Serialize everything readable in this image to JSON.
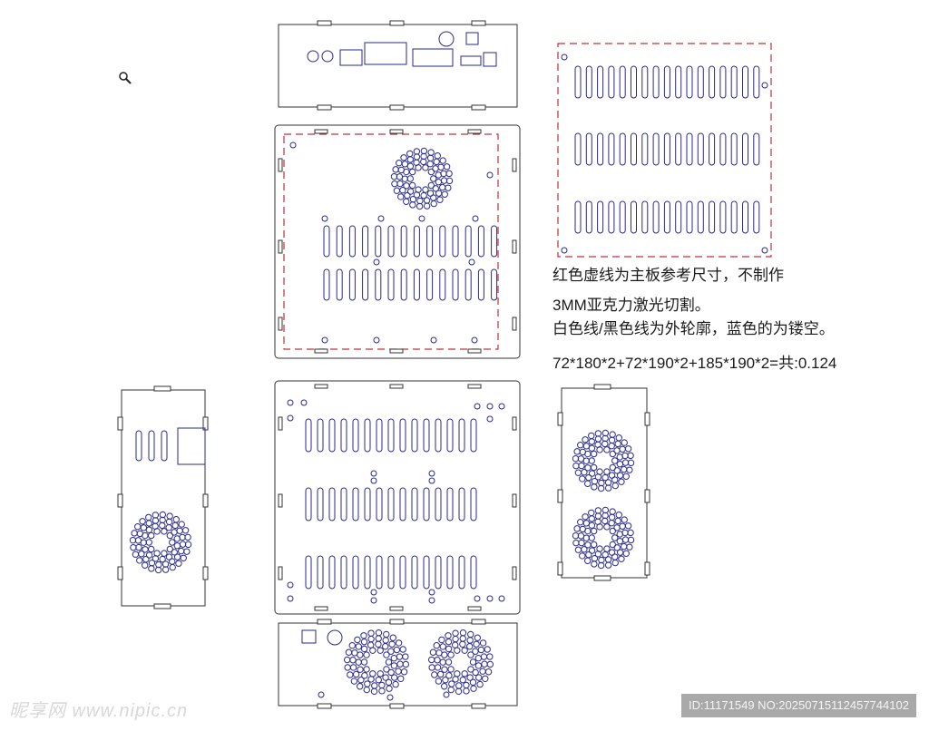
{
  "notes": {
    "line1": "红色虚线为主板参考尺寸，不制作",
    "line2": "3MM亚克力激光切割。",
    "line3": "白色线/黑色线为外轮廓，蓝色的为镂空。",
    "line4": "72*180*2+72*190*2+185*190*2=共:0.124"
  },
  "watermark": {
    "logo_text": "昵享网 www.nipic.cn",
    "id_text": "ID:11171549 NO:20250715112457744102"
  },
  "colors": {
    "outline": "#333333",
    "cutout": "#2a2a8a",
    "reference": "#c0303a"
  }
}
